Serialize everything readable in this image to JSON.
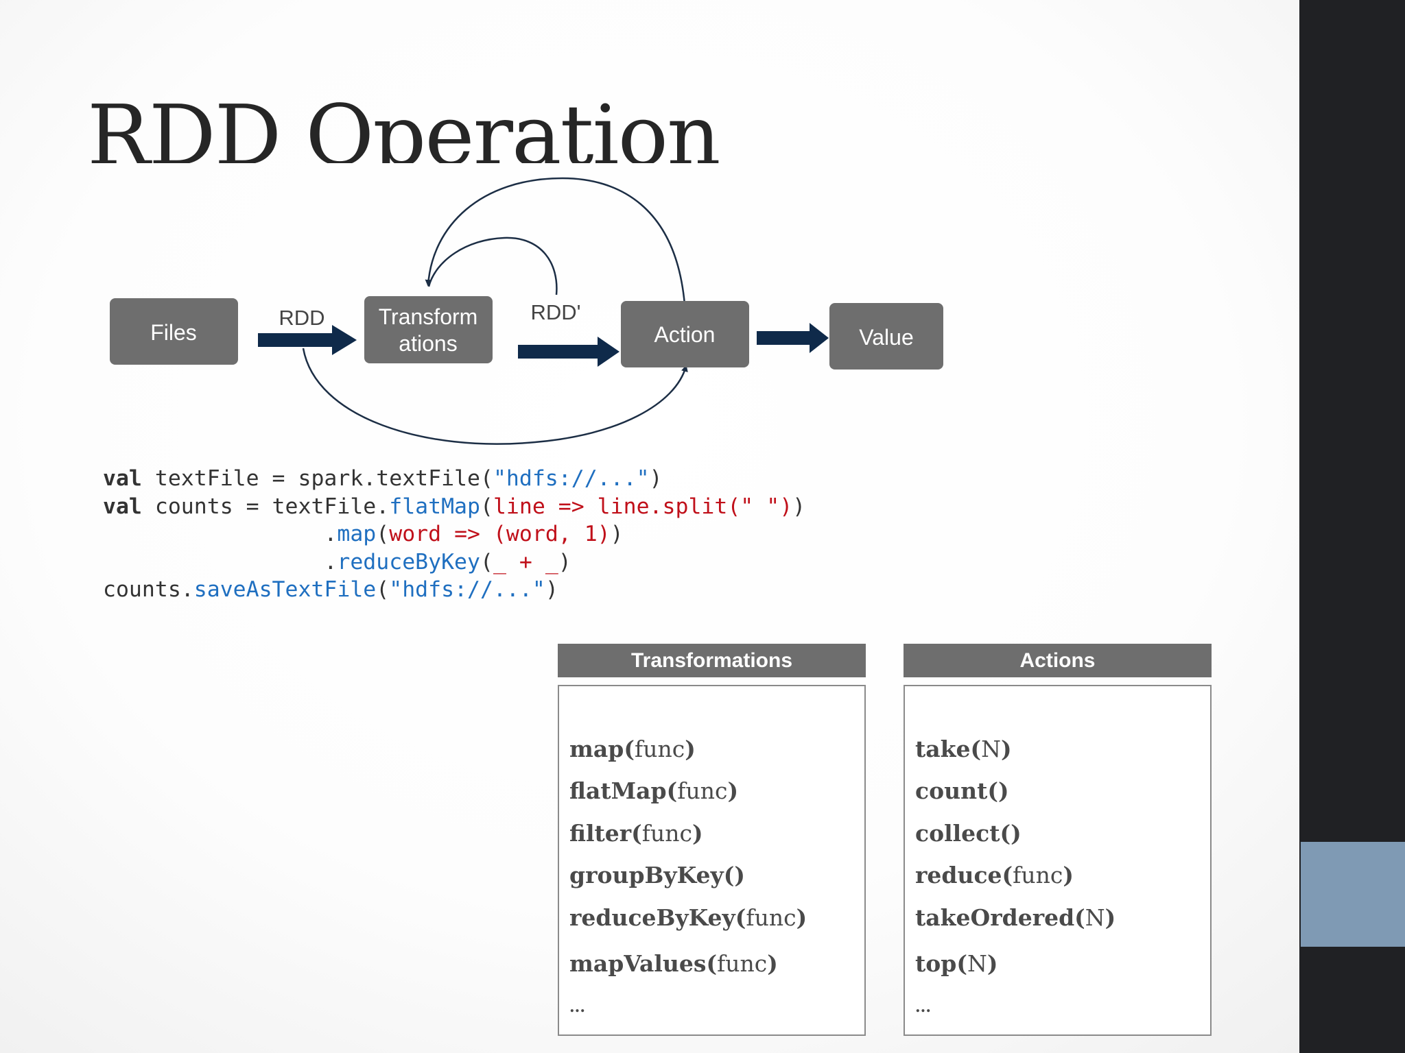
{
  "title": "RDD Operation",
  "diagram": {
    "nodes": {
      "files": "Files",
      "transformations_line1": "Transform",
      "transformations_line2": "ations",
      "action": "Action",
      "value": "Value"
    },
    "edge_labels": {
      "rdd": "RDD",
      "rdd_prime": "RDD'"
    },
    "colors": {
      "node_fill": "#6e6e6e",
      "arrow": "#0f2a4a",
      "curve": "#1c2e45"
    }
  },
  "code": {
    "line1": {
      "kw": "val",
      "a": " textFile = spark.textFile(",
      "b": "\"hdfs://...\"",
      "c": ")"
    },
    "line2": {
      "kw": "val",
      "a": " counts = textFile.",
      "b": "flatMap",
      "c": "(",
      "d": "line => line.split(\" \")",
      "e": ")"
    },
    "line3": {
      "indent": "                 .",
      "b": "map",
      "c": "(",
      "d": "word => (word, 1)",
      "e": ")"
    },
    "line4": {
      "indent": "                 .",
      "b": "reduceByKey",
      "c": "(",
      "d": "_ + _",
      "e": ")"
    },
    "line5": {
      "a": "counts.",
      "b": "saveAsTextFile",
      "c": "(",
      "d": "\"hdfs://...\"",
      "e": ")"
    }
  },
  "tables": {
    "transformations": {
      "header": "Transformations",
      "rows": [
        {
          "fn": "map",
          "args": "func"
        },
        {
          "fn": "flatMap",
          "args": "func"
        },
        {
          "fn": "filter",
          "args": "func"
        },
        {
          "fn": "groupByKey",
          "args": ""
        },
        {
          "fn": "reduceByKey",
          "args": "func"
        },
        {
          "fn": "mapValues",
          "args": "func"
        }
      ],
      "ellipsis": "..."
    },
    "actions": {
      "header": "Actions",
      "rows": [
        {
          "fn": "take",
          "args": "N"
        },
        {
          "fn": "count",
          "args": ""
        },
        {
          "fn": "collect",
          "args": ""
        },
        {
          "fn": "reduce",
          "args": "func"
        },
        {
          "fn": "takeOrdered",
          "args": "N"
        },
        {
          "fn": "top",
          "args": "N"
        }
      ],
      "ellipsis": "..."
    }
  }
}
